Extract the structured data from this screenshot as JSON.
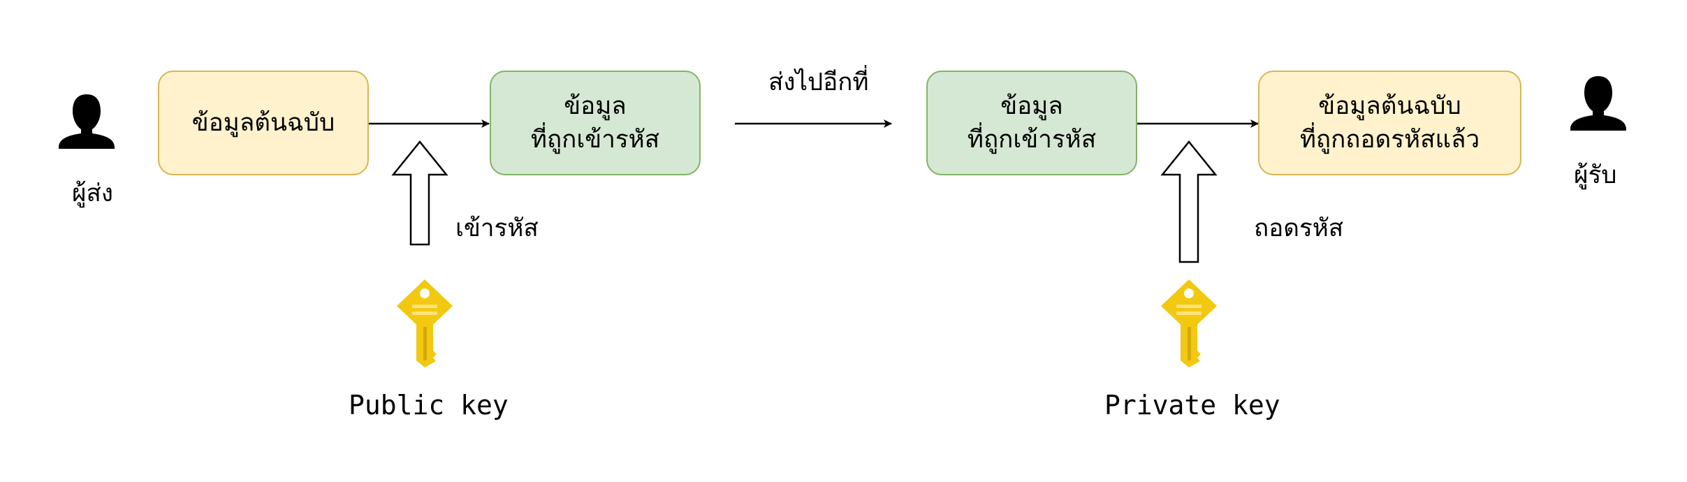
{
  "diagram": {
    "sender_label": "ผู้ส่ง",
    "receiver_label": "ผู้รับ",
    "boxes": {
      "original": "ข้อมูลต้นฉบับ",
      "encrypted_left": "ข้อมูล\nที่ถูกเข้ารหัส",
      "encrypted_right": "ข้อมูล\nที่ถูกเข้ารหัส",
      "decrypted": "ข้อมูลต้นฉบับ\nที่ถูกถอดรหัสแล้ว"
    },
    "edge_labels": {
      "transmit": "ส่งไปอีกที่",
      "encrypt": "เข้ารหัส",
      "decrypt": "ถอดรหัส"
    },
    "keys": {
      "public": "Public key",
      "private": "Private key"
    },
    "icons": {
      "person": "person-icon",
      "key": "key-icon"
    },
    "colors": {
      "yellow_fill": "#fff2cc",
      "yellow_stroke": "#d6b656",
      "green_fill": "#d5e8d4",
      "green_stroke": "#82b366",
      "key_gold": "#f2c811"
    }
  }
}
